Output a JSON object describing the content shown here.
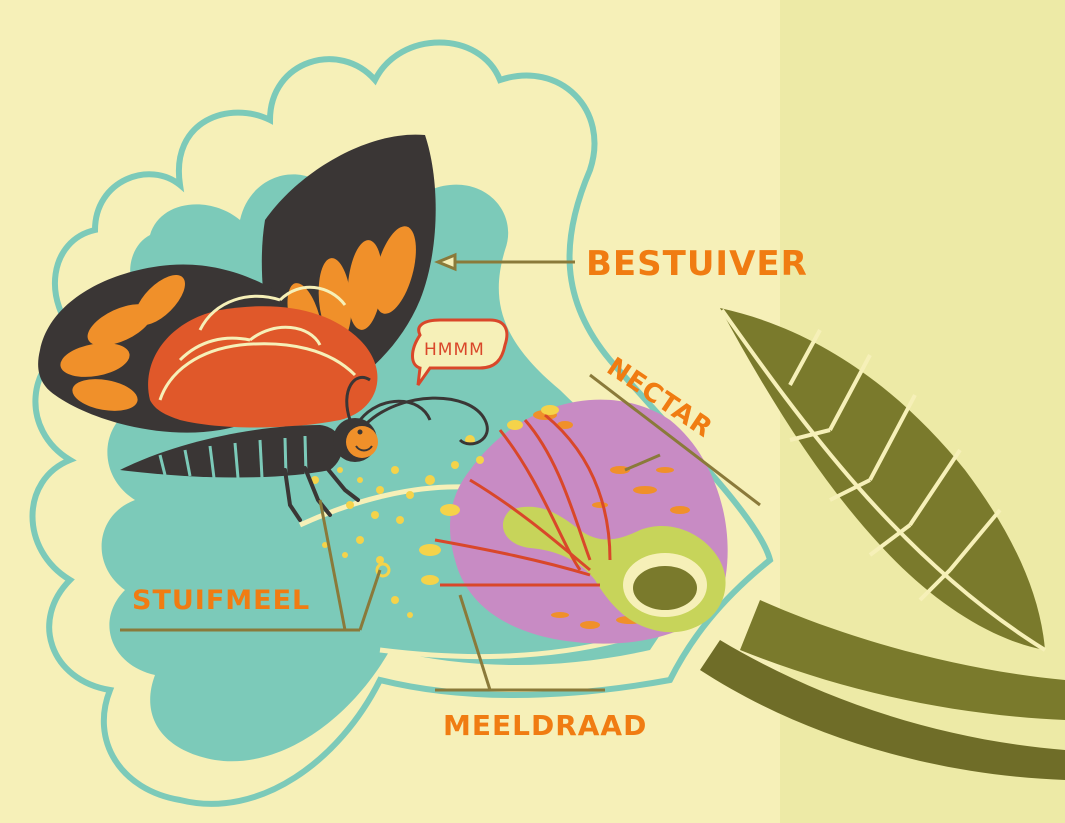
{
  "labels": {
    "pollinator": "BESTUIVER",
    "nectar": "NECTAR",
    "pollen": "STUIFMEEL",
    "stamen": "MEELDRAAD"
  },
  "speech_bubble": "HMMM",
  "colors": {
    "background": "#f6f0b8",
    "label_orange": "#f07c12",
    "bubble_red": "#d9472a",
    "petal_teal": "#7ccab9",
    "leaf_olive": "#7a7a2c",
    "wing_dark": "#3a3635",
    "wing_orange": "#f0902a",
    "wing_red": "#e0582a",
    "ovary_purple": "#c88bc4",
    "pollen_yellow": "#f5d34a",
    "leader_line": "#8a7a3a"
  }
}
